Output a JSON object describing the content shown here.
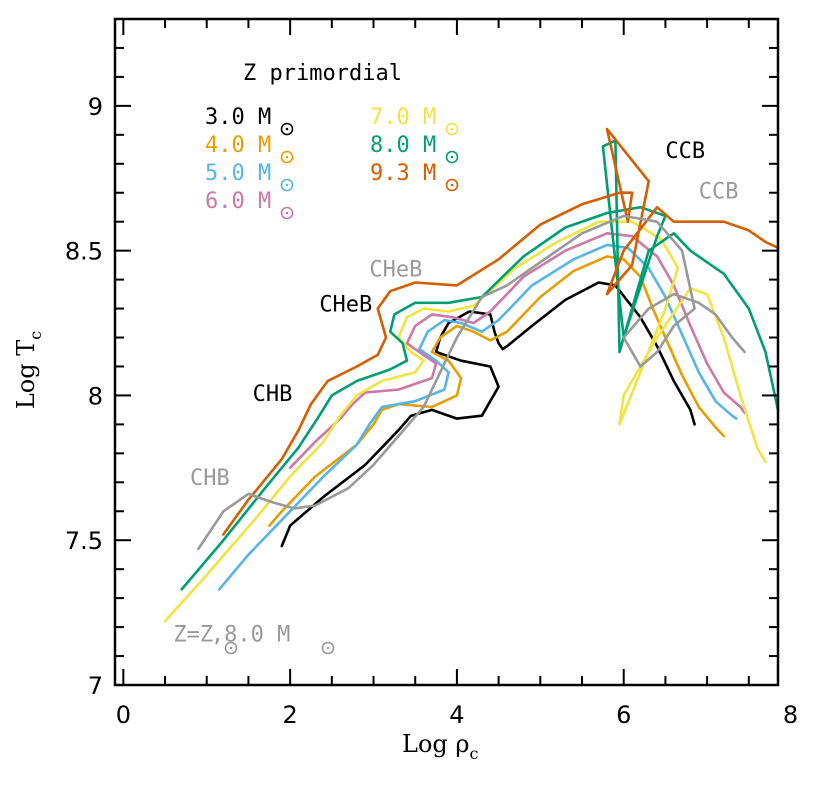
{
  "chart_data": {
    "type": "line",
    "title": "Z primordial",
    "xlabel": "Log ρ",
    "xlabel_sub": "c",
    "ylabel": "Log T",
    "ylabel_sub": "c",
    "xlim": [
      -0.1,
      7.85
    ],
    "ylim": [
      7.0,
      9.3
    ],
    "x_ticks": [
      0,
      2,
      4,
      6,
      8
    ],
    "y_ticks": [
      7,
      7.5,
      8,
      8.5,
      9
    ],
    "grid": false,
    "legend_position": "top-left",
    "legend": [
      {
        "label": "3.0 M",
        "color": "#000000"
      },
      {
        "label": "4.0 M",
        "color": "#e69f00"
      },
      {
        "label": "5.0 M",
        "color": "#56b4e9"
      },
      {
        "label": "6.0 M",
        "color": "#cc79a7"
      },
      {
        "label": "7.0 M",
        "color": "#f0e442"
      },
      {
        "label": "8.0 M",
        "color": "#009e73"
      },
      {
        "label": "9.3 M",
        "color": "#d55e00"
      }
    ],
    "annotations": [
      {
        "text": "CCB",
        "x": 6.5,
        "y": 8.82,
        "color": "#000000"
      },
      {
        "text": "CCB",
        "x": 6.9,
        "y": 8.68,
        "color": "#999999"
      },
      {
        "text": "CHeB",
        "x": 2.95,
        "y": 8.41,
        "color": "#999999"
      },
      {
        "text": "CHeB",
        "x": 2.35,
        "y": 8.29,
        "color": "#000000"
      },
      {
        "text": "CHB",
        "x": 1.55,
        "y": 7.98,
        "color": "#000000"
      },
      {
        "text": "CHB",
        "x": 0.8,
        "y": 7.69,
        "color": "#999999"
      },
      {
        "text": "Z=Z",
        "x": 0.6,
        "y": 7.15,
        "color": "#999999"
      },
      {
        "text": ",8.0 M",
        "x": 1.05,
        "y": 7.15,
        "color": "#999999"
      }
    ],
    "series": [
      {
        "name": "3.0 M",
        "color": "#000000",
        "x": [
          1.9,
          2.0,
          2.4,
          2.9,
          3.3,
          3.45,
          3.7,
          4.0,
          4.3,
          4.5,
          4.4,
          4.05,
          3.75,
          3.8,
          3.9,
          4.15,
          4.4,
          4.45,
          4.5,
          4.55,
          4.6,
          4.9,
          5.3,
          5.7,
          5.9,
          6.2,
          6.4,
          6.6,
          6.8,
          6.85
        ],
        "y": [
          7.48,
          7.55,
          7.65,
          7.76,
          7.88,
          7.93,
          7.95,
          7.92,
          7.93,
          8.03,
          8.1,
          8.12,
          8.15,
          8.2,
          8.25,
          8.29,
          8.28,
          8.22,
          8.18,
          8.16,
          8.17,
          8.24,
          8.33,
          8.39,
          8.38,
          8.27,
          8.17,
          8.05,
          7.95,
          7.9
        ]
      },
      {
        "name": "4.0 M",
        "color": "#e69f00",
        "x": [
          1.75,
          1.9,
          2.3,
          2.8,
          3.0,
          3.1,
          3.3,
          3.7,
          4.0,
          4.05,
          3.9,
          3.7,
          3.8,
          4.0,
          4.2,
          4.4,
          4.6,
          5.0,
          5.4,
          5.8,
          6.0,
          6.2,
          6.35,
          6.5,
          6.7,
          6.9,
          7.1,
          7.2
        ],
        "y": [
          7.55,
          7.6,
          7.72,
          7.83,
          7.9,
          7.95,
          7.97,
          7.96,
          8.0,
          8.06,
          8.12,
          8.15,
          8.2,
          8.24,
          8.22,
          8.19,
          8.22,
          8.34,
          8.43,
          8.48,
          8.47,
          8.41,
          8.3,
          8.2,
          8.07,
          7.96,
          7.89,
          7.86
        ]
      },
      {
        "name": "5.0 M",
        "color": "#56b4e9",
        "x": [
          1.15,
          1.5,
          2.0,
          2.4,
          2.8,
          2.95,
          3.1,
          3.5,
          3.85,
          3.9,
          3.75,
          3.55,
          3.65,
          3.85,
          4.05,
          4.3,
          4.5,
          4.9,
          5.4,
          5.8,
          6.05,
          6.3,
          6.5,
          6.7,
          6.9,
          7.1,
          7.3,
          7.35
        ],
        "y": [
          7.33,
          7.45,
          7.6,
          7.72,
          7.83,
          7.9,
          7.96,
          7.98,
          8.02,
          8.08,
          8.12,
          8.16,
          8.22,
          8.26,
          8.25,
          8.22,
          8.26,
          8.38,
          8.47,
          8.52,
          8.51,
          8.44,
          8.34,
          8.21,
          8.08,
          7.98,
          7.93,
          7.92
        ]
      },
      {
        "name": "6.0 M",
        "color": "#cc79a7",
        "x": [
          2.0,
          2.3,
          2.6,
          2.75,
          2.9,
          3.3,
          3.7,
          3.75,
          3.6,
          3.4,
          3.5,
          3.7,
          3.95,
          4.2,
          4.4,
          4.8,
          5.3,
          5.8,
          6.1,
          6.4,
          6.6,
          6.8,
          7.0,
          7.2,
          7.4,
          7.45
        ],
        "y": [
          7.75,
          7.84,
          7.92,
          7.97,
          8.01,
          8.02,
          8.06,
          8.11,
          8.14,
          8.18,
          8.24,
          8.28,
          8.27,
          8.25,
          8.29,
          8.41,
          8.5,
          8.56,
          8.55,
          8.48,
          8.38,
          8.24,
          8.11,
          8.01,
          7.96,
          7.94
        ]
      },
      {
        "name": "7.0 M",
        "color": "#f0e442",
        "x": [
          0.5,
          1.0,
          1.6,
          2.0,
          2.4,
          2.6,
          2.8,
          3.1,
          3.5,
          3.6,
          3.45,
          3.3,
          3.4,
          3.6,
          3.9,
          4.2,
          4.7,
          5.2,
          5.7,
          6.1,
          6.45,
          6.65,
          6.5,
          6.2,
          5.95,
          6.0,
          6.4,
          6.8,
          7.0,
          7.2,
          7.4,
          7.6,
          7.7
        ],
        "y": [
          7.22,
          7.38,
          7.58,
          7.72,
          7.84,
          7.93,
          8.0,
          8.05,
          8.08,
          8.12,
          8.15,
          8.2,
          8.27,
          8.3,
          8.29,
          8.31,
          8.44,
          8.53,
          8.6,
          8.6,
          8.54,
          8.44,
          8.3,
          8.08,
          7.9,
          8.0,
          8.2,
          8.37,
          8.35,
          8.2,
          8.0,
          7.82,
          7.77
        ]
      },
      {
        "name": "8.0 M",
        "color": "#009e73",
        "x": [
          0.7,
          1.2,
          1.7,
          2.1,
          2.35,
          2.5,
          2.8,
          3.2,
          3.4,
          3.35,
          3.2,
          3.25,
          3.5,
          3.9,
          4.3,
          4.8,
          5.3,
          5.8,
          6.2,
          6.5,
          6.4,
          6.0,
          5.75,
          5.9,
          5.95,
          6.3,
          6.6,
          6.8,
          7.2,
          7.5,
          7.7,
          7.85
        ],
        "y": [
          7.33,
          7.5,
          7.68,
          7.82,
          7.93,
          8.0,
          8.05,
          8.09,
          8.12,
          8.18,
          8.22,
          8.28,
          8.32,
          8.32,
          8.34,
          8.48,
          8.58,
          8.63,
          8.65,
          8.62,
          8.55,
          8.2,
          8.86,
          8.88,
          8.15,
          8.5,
          8.56,
          8.5,
          8.42,
          8.3,
          8.15,
          7.95
        ]
      },
      {
        "name": "9.3 M",
        "color": "#d55e00",
        "x": [
          1.2,
          1.5,
          1.9,
          2.1,
          2.25,
          2.45,
          2.8,
          3.05,
          3.15,
          3.1,
          3.05,
          3.2,
          3.5,
          4.0,
          4.5,
          5.0,
          5.5,
          5.95,
          6.1,
          6.05,
          5.8,
          6.3,
          6.1,
          5.8,
          6.0,
          6.4,
          6.6,
          6.9,
          7.2,
          7.5,
          7.7,
          7.85
        ],
        "y": [
          7.52,
          7.64,
          7.78,
          7.88,
          7.97,
          8.05,
          8.1,
          8.14,
          8.2,
          8.25,
          8.3,
          8.36,
          8.39,
          8.38,
          8.47,
          8.59,
          8.66,
          8.7,
          8.7,
          8.6,
          8.92,
          8.74,
          8.45,
          8.35,
          8.5,
          8.65,
          8.6,
          8.6,
          8.6,
          8.57,
          8.53,
          8.51
        ]
      },
      {
        "name": "Z=Z,8.0 M",
        "color": "#999999",
        "x": [
          0.9,
          1.2,
          1.5,
          1.8,
          2.05,
          2.3,
          2.7,
          3.0,
          3.3,
          3.6,
          3.8,
          4.0,
          4.3,
          4.6,
          5.0,
          5.5,
          6.0,
          6.4,
          6.7,
          6.85,
          6.6,
          6.4,
          6.2,
          6.0,
          6.3,
          6.6,
          6.9,
          7.1,
          7.3,
          7.45
        ],
        "y": [
          7.47,
          7.6,
          7.66,
          7.63,
          7.61,
          7.62,
          7.68,
          7.76,
          7.86,
          7.96,
          8.08,
          8.2,
          8.34,
          8.38,
          8.46,
          8.56,
          8.62,
          8.6,
          8.5,
          8.3,
          8.24,
          8.15,
          8.1,
          8.2,
          8.3,
          8.35,
          8.32,
          8.28,
          8.2,
          8.15
        ]
      }
    ]
  }
}
